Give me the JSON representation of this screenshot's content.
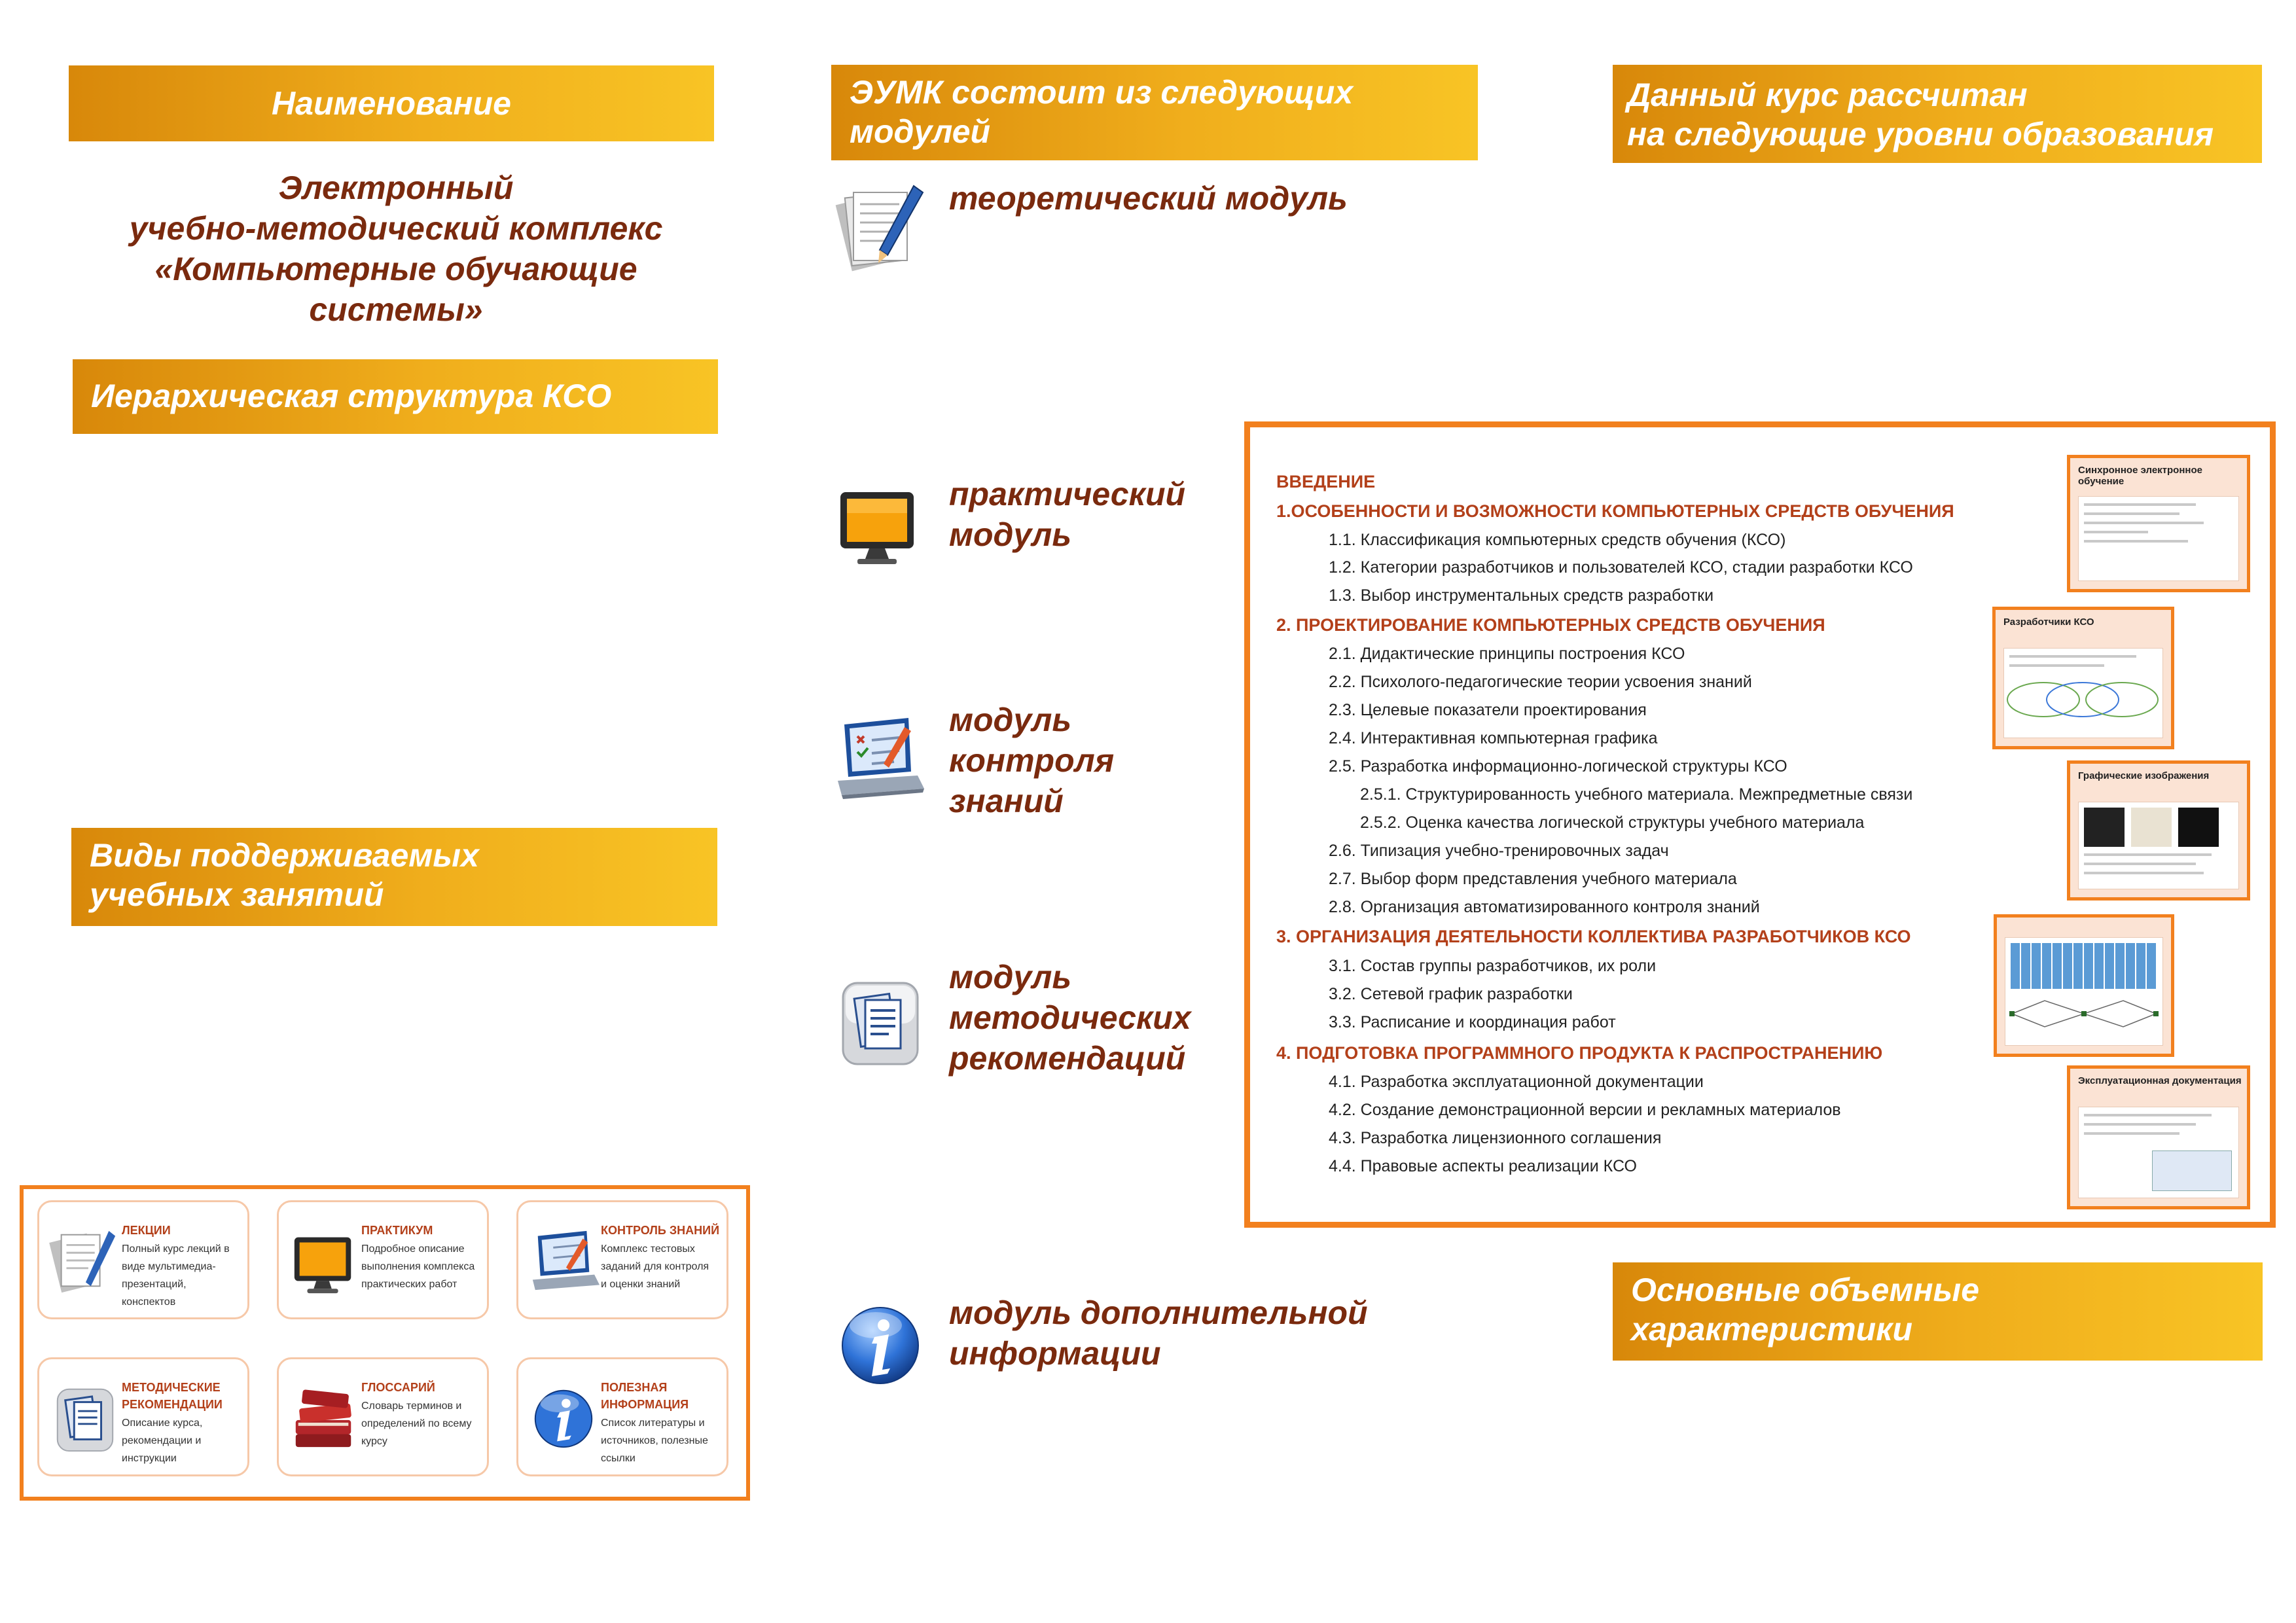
{
  "headers": {
    "name": "Наименование",
    "modules": [
      "ЭУМК состоит из следующих",
      "модулей"
    ],
    "levels": [
      "Данный курс рассчитан",
      "на следующие уровни образования"
    ],
    "hierarchy": "Иерархическая структура КСО",
    "lesson_types": [
      "Виды поддерживаемых",
      "учебных занятий"
    ],
    "volume": [
      "Основные объемные",
      "характеристики"
    ]
  },
  "title_lines": [
    "Электронный",
    "учебно-методический комплекс",
    "«Компьютерные обучающие",
    "системы»"
  ],
  "modules": [
    {
      "icon": "papers-pen-icon",
      "lines": [
        "теоретический модуль"
      ]
    },
    {
      "icon": "monitor-icon",
      "lines": [
        "практический",
        "модуль"
      ]
    },
    {
      "icon": "laptop-test-icon",
      "lines": [
        "модуль",
        "контроля",
        "знаний"
      ]
    },
    {
      "icon": "documents-icon",
      "lines": [
        "модуль",
        "методических",
        "рекомендаций"
      ]
    },
    {
      "icon": "info-icon",
      "lines": [
        "модуль дополнительной",
        "информации"
      ]
    }
  ],
  "toc": [
    {
      "level": 0,
      "text": "ВВЕДЕНИЕ"
    },
    {
      "level": 0,
      "text": "1.ОСОБЕННОСТИ И ВОЗМОЖНОСТИ КОМПЬЮТЕРНЫХ СРЕДСТВ ОБУЧЕНИЯ"
    },
    {
      "level": 1,
      "text": "1.1. Классификация компьютерных средств обучения (КСО)"
    },
    {
      "level": 1,
      "text": "1.2. Категории разработчиков и пользователей КСО, стадии разработки КСО"
    },
    {
      "level": 1,
      "text": "1.3. Выбор инструментальных средств разработки"
    },
    {
      "level": 0,
      "text": "2. ПРОЕКТИРОВАНИЕ КОМПЬЮТЕРНЫХ СРЕДСТВ ОБУЧЕНИЯ"
    },
    {
      "level": 1,
      "text": "2.1. Дидактические принципы построения КСО"
    },
    {
      "level": 1,
      "text": "2.2. Психолого-педагогические теории усвоения знаний"
    },
    {
      "level": 1,
      "text": "2.3. Целевые показатели проектирования"
    },
    {
      "level": 1,
      "text": "2.4. Интерактивная компьютерная графика"
    },
    {
      "level": 1,
      "text": "2.5. Разработка информационно-логической структуры КСО"
    },
    {
      "level": 2,
      "text": "2.5.1. Структурированность учебного материала. Межпредметные связи"
    },
    {
      "level": 2,
      "text": "2.5.2. Оценка качества логической структуры учебного материала"
    },
    {
      "level": 1,
      "text": "2.6. Типизация учебно-тренировочных задач"
    },
    {
      "level": 1,
      "text": "2.7. Выбор форм представления учебного материала"
    },
    {
      "level": 1,
      "text": "2.8. Организация автоматизированного контроля знаний"
    },
    {
      "level": 0,
      "text": "3. ОРГАНИЗАЦИЯ ДЕЯТЕЛЬНОСТИ КОЛЛЕКТИВА РАЗРАБОТЧИКОВ КСО"
    },
    {
      "level": 1,
      "text": "3.1. Состав группы разработчиков, их роли"
    },
    {
      "level": 1,
      "text": "3.2. Сетевой график разработки"
    },
    {
      "level": 1,
      "text": "3.3. Расписание и координация работ"
    },
    {
      "level": 0,
      "text": "4. ПОДГОТОВКА ПРОГРАММНОГО ПРОДУКТА К РАСПРОСТРАНЕНИЮ"
    },
    {
      "level": 1,
      "text": "4.1. Разработка эксплуатационной документации"
    },
    {
      "level": 1,
      "text": "4.2. Создание демонстрационной версии и рекламных материалов"
    },
    {
      "level": 1,
      "text": "4.3. Разработка лицензионного соглашения"
    },
    {
      "level": 1,
      "text": "4.4. Правовые аспекты реализации КСО"
    }
  ],
  "thumbnails": [
    {
      "title": "Синхронное электронное обучение"
    },
    {
      "title": "Разработчики КСО"
    },
    {
      "title": "Графические изображения"
    },
    {
      "title": ""
    },
    {
      "title": "Эксплуатационная документация"
    }
  ],
  "tiles": [
    {
      "icon": "papers-pen-icon",
      "title": [
        "ЛЕКЦИИ"
      ],
      "desc": [
        "Полный курс лекций в",
        "виде мультимедиа-",
        "презентаций,",
        "конспектов"
      ]
    },
    {
      "icon": "monitor-icon",
      "title": [
        "ПРАКТИКУМ"
      ],
      "desc": [
        "Подробное описание",
        "выполнения комплекса",
        "практических работ"
      ]
    },
    {
      "icon": "laptop-test-icon",
      "title": [
        "КОНТРОЛЬ ЗНАНИЙ"
      ],
      "desc": [
        "Комплекс тестовых",
        "заданий для контроля",
        "и оценки знаний"
      ]
    },
    {
      "icon": "documents-icon",
      "title": [
        "МЕТОДИЧЕСКИЕ",
        "РЕКОМЕНДАЦИИ"
      ],
      "desc": [
        "Описание курса,",
        "рекомендации и",
        "инструкции"
      ]
    },
    {
      "icon": "books-icon",
      "title": [
        "ГЛОССАРИЙ"
      ],
      "desc": [
        "Словарь терминов и",
        "определений по всему",
        "курсу"
      ]
    },
    {
      "icon": "info-icon",
      "title": [
        "ПОЛЕЗНАЯ",
        "ИНФОРМАЦИЯ"
      ],
      "desc": [
        "Список литературы и",
        "источников, полезные",
        "ссылки"
      ]
    }
  ]
}
